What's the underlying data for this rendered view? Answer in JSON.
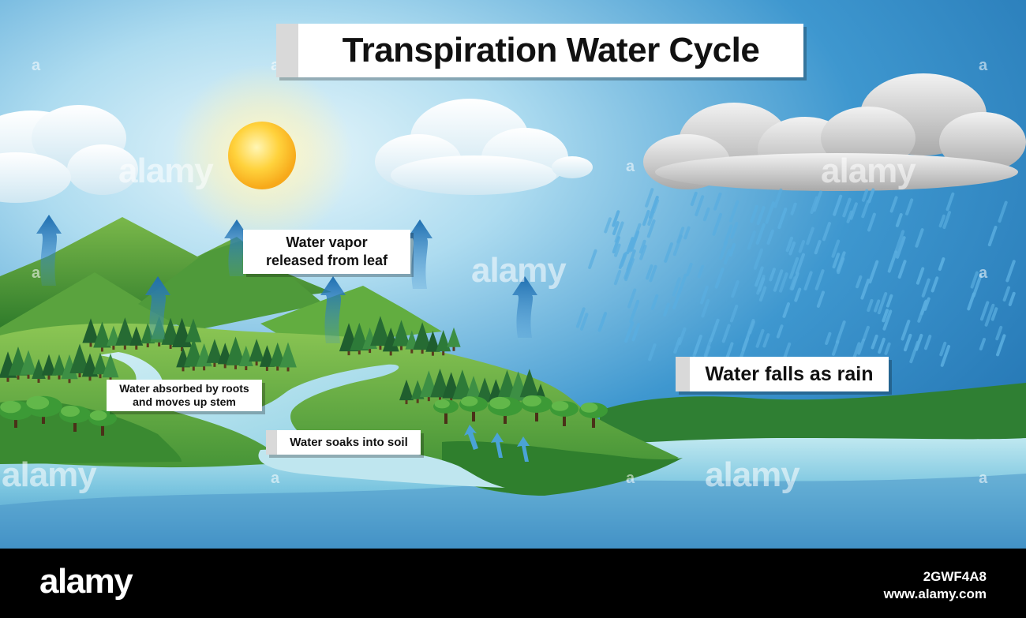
{
  "title": "Transpiration Water Cycle",
  "labels": {
    "vapor": [
      "Water vapor",
      "released from leaf"
    ],
    "rain": "Water falls as rain",
    "roots": [
      "Water absorbed by roots",
      "and moves up stem"
    ],
    "soil": "Water soaks into soil"
  },
  "watermark": {
    "word": "alamy",
    "mark": "a"
  },
  "footer": {
    "brand": "alamy",
    "image_id": "2GWF4A8",
    "site": "www.alamy.com"
  },
  "colors": {
    "sky_top": "#2a86c4",
    "sky_light": "#bfe6f5",
    "sun": "#ffc93a",
    "grass": "#3f9a35",
    "water": "#7cc6e0",
    "cloud_dark": "#bcbcbc",
    "rain": "#5aaee0",
    "arrow": "#1f6fb0"
  }
}
